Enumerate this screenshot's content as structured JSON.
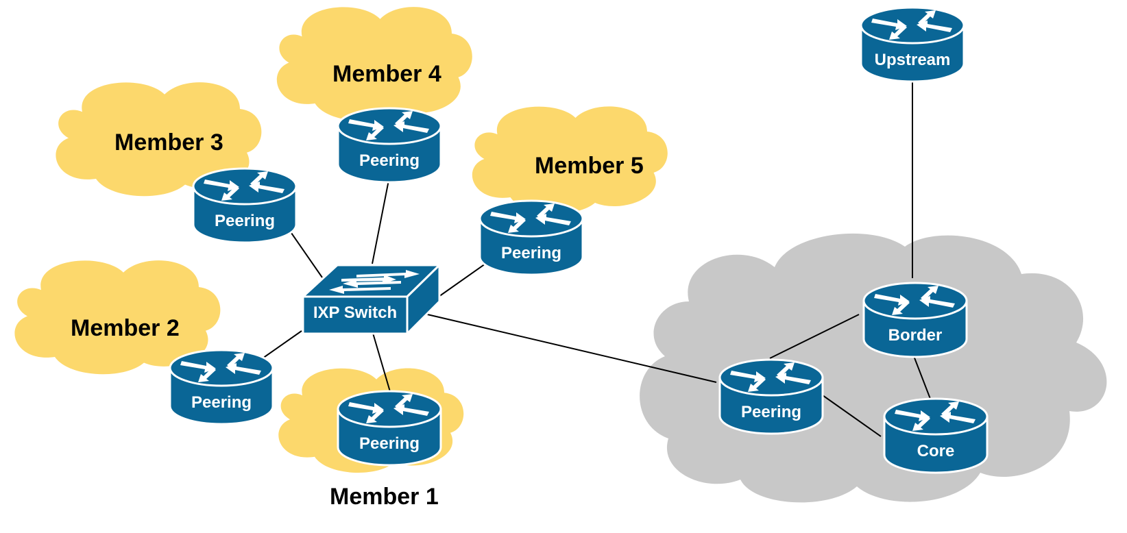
{
  "diagram": {
    "title": "IXP peering topology",
    "colors": {
      "router": "#0a6696",
      "router_outline": "#ffffff",
      "member_cloud": "#fcd86c",
      "own_network_cloud": "#c8c8c8",
      "link": "#000000"
    },
    "members": [
      {
        "id": "m1",
        "label": "Member 1",
        "router_label": "Peering"
      },
      {
        "id": "m2",
        "label": "Member 2",
        "router_label": "Peering"
      },
      {
        "id": "m3",
        "label": "Member 3",
        "router_label": "Peering"
      },
      {
        "id": "m4",
        "label": "Member 4",
        "router_label": "Peering"
      },
      {
        "id": "m5",
        "label": "Member 5",
        "router_label": "Peering"
      }
    ],
    "switch": {
      "id": "ixp",
      "label": "IXP Switch",
      "icon": "switch-icon"
    },
    "own_network": {
      "routers": [
        {
          "id": "peer",
          "label": "Peering"
        },
        {
          "id": "border",
          "label": "Border"
        },
        {
          "id": "core",
          "label": "Core"
        }
      ]
    },
    "upstream": {
      "id": "upstream",
      "label": "Upstream"
    },
    "links": [
      [
        "ixp",
        "m1"
      ],
      [
        "ixp",
        "m2"
      ],
      [
        "ixp",
        "m3"
      ],
      [
        "ixp",
        "m4"
      ],
      [
        "ixp",
        "m5"
      ],
      [
        "ixp",
        "peer"
      ],
      [
        "peer",
        "border"
      ],
      [
        "peer",
        "core"
      ],
      [
        "border",
        "core"
      ],
      [
        "border",
        "upstream"
      ]
    ]
  }
}
